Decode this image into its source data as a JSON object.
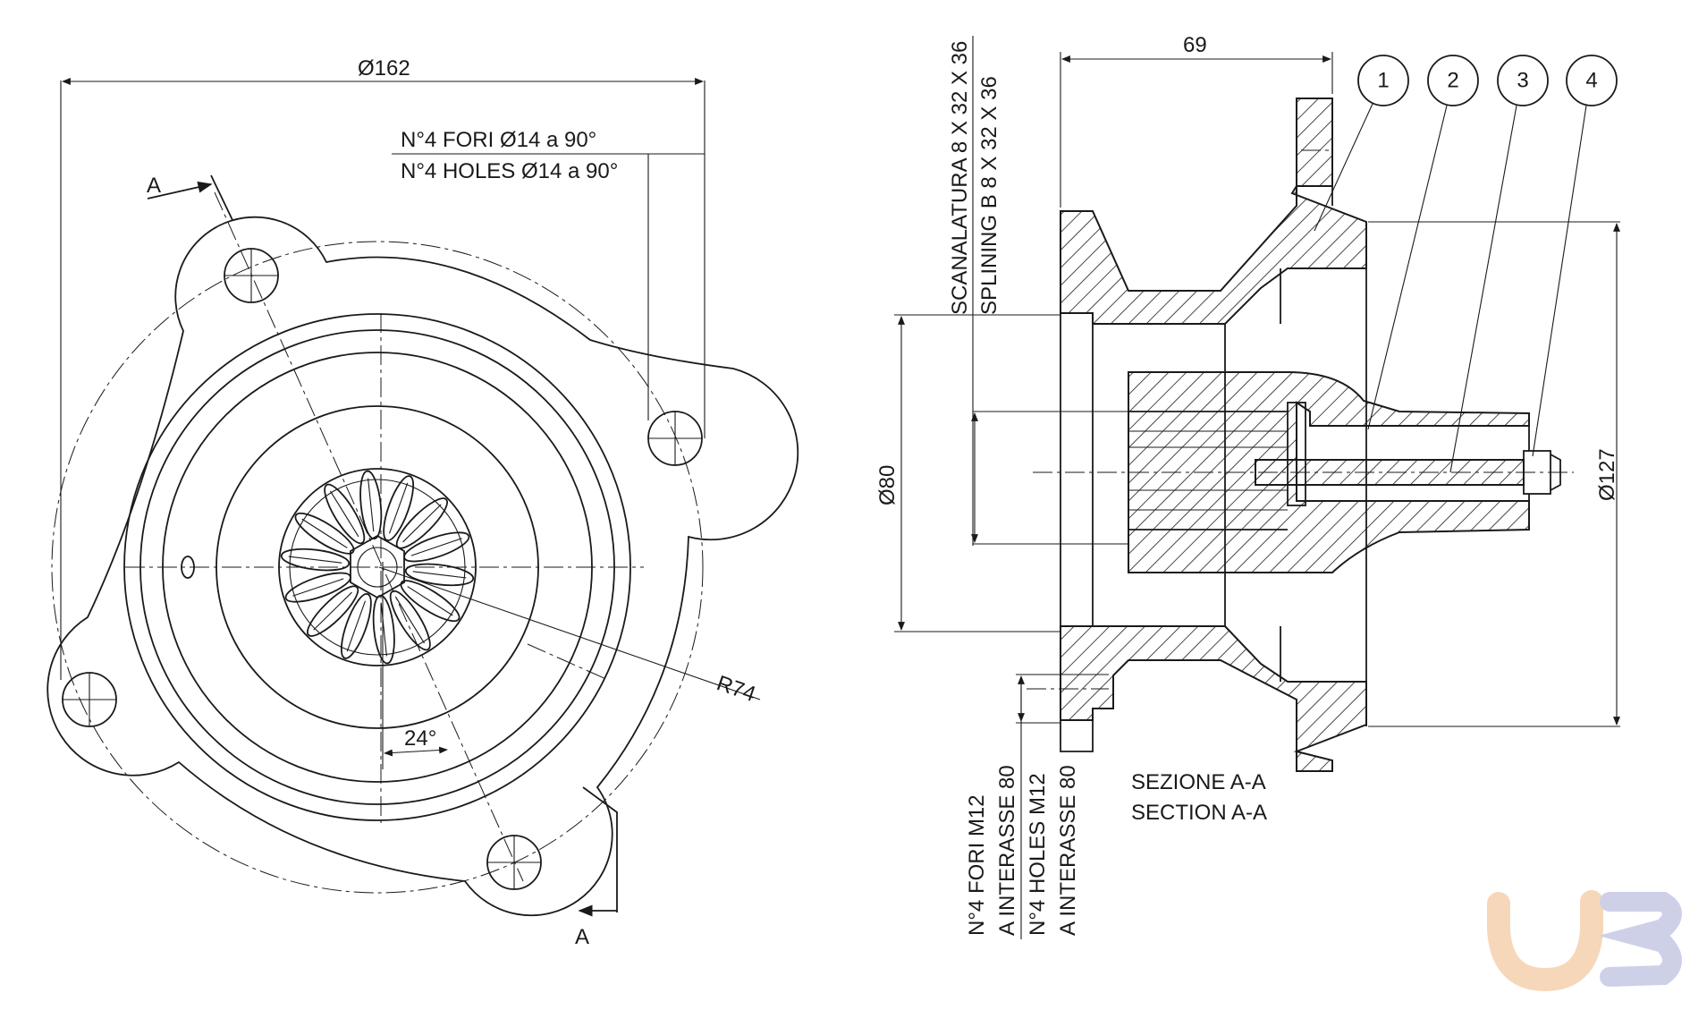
{
  "front_view": {
    "diameter_162": "Ø162",
    "holes_note_it": "N°4 FORI   Ø14 a 90°",
    "holes_note_en": "N°4 HOLES   Ø14 a 90°",
    "section_mark": "A",
    "radius_label": "R74",
    "angle_label": "24°"
  },
  "section_view": {
    "width_label": "69",
    "spline_it": "SCANALATURA 8 X 32 X 36",
    "spline_en": "SPLINING B 8 X 32 X 36",
    "diameter_80": "Ø80",
    "diameter_127": "Ø127",
    "threads_it_1": "N°4 FORI M12",
    "threads_it_2": "A INTERASSE 80",
    "threads_en_1": "N°4 HOLES M12",
    "threads_en_2": "A INTERASSE 80",
    "section_title_it": "SEZIONE A-A",
    "section_title_en": "SECTION A-A",
    "callouts": [
      "1",
      "2",
      "3",
      "4"
    ]
  },
  "colors": {
    "line": "#1a1a1a",
    "watermark_orange": "#f6d3b3",
    "watermark_blue": "#c9cce6"
  }
}
